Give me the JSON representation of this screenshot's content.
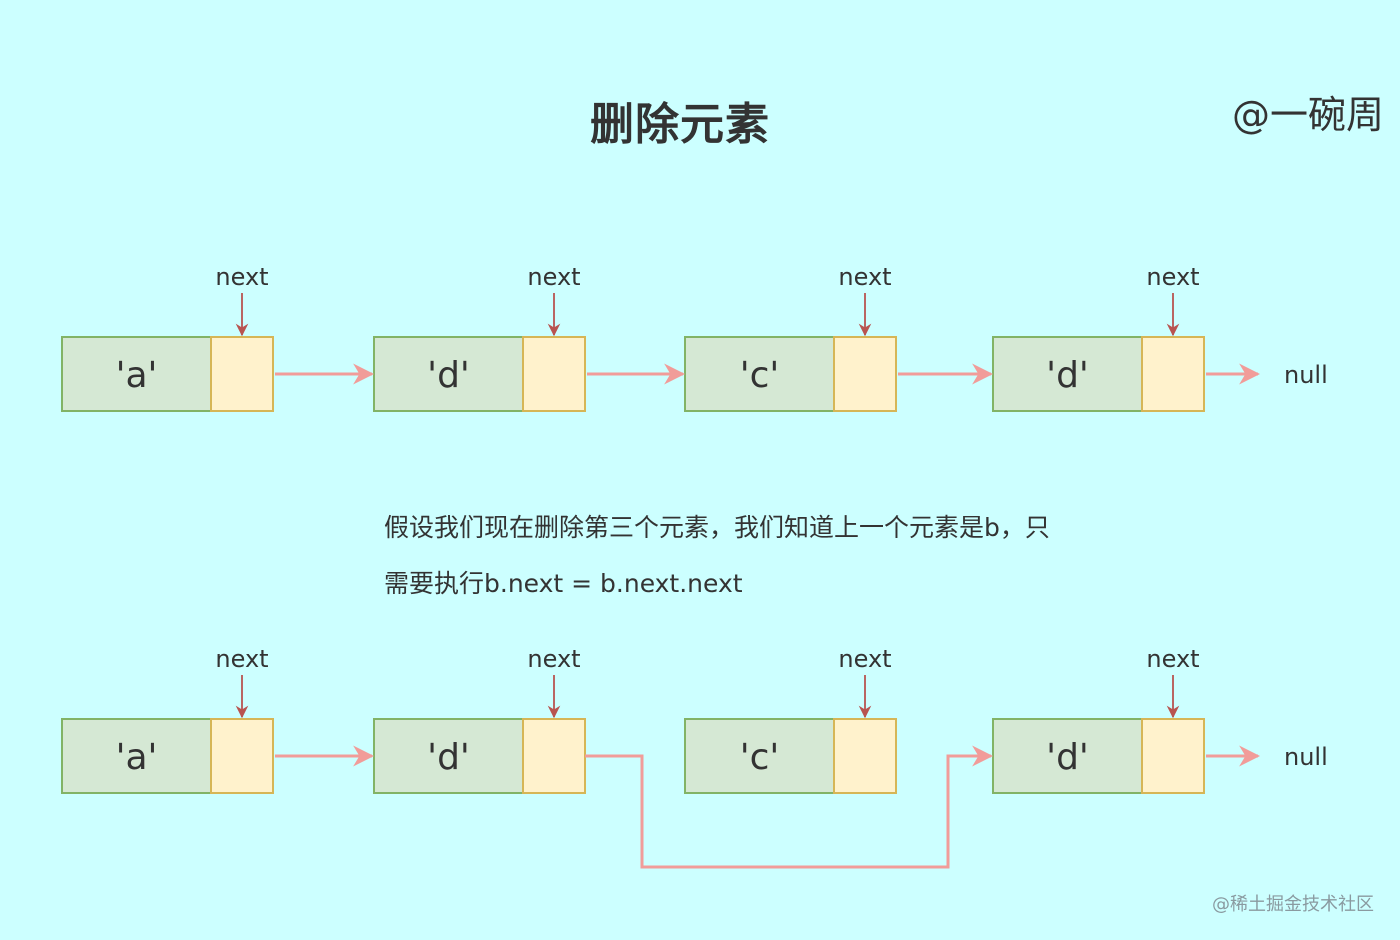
{
  "title": "删除元素",
  "author": "@一碗周",
  "description": {
    "line1": "假设我们现在删除第三个元素，我们知道上一个元素是b，只",
    "line2": "需要执行b.next = b.next.next"
  },
  "watermark": "@稀土掘金技术社区",
  "pointer_label": "next",
  "null_label": "null",
  "before_list": {
    "nodes": [
      "'a'",
      "'d'",
      "'c'",
      "'d'"
    ]
  },
  "after_list": {
    "nodes": [
      "'a'",
      "'d'",
      "'c'",
      "'d'"
    ],
    "skipped_node_index": 2
  },
  "colors": {
    "background": "#ccffff",
    "value_cell_fill": "#d5e8d4",
    "value_cell_stroke": "#82b366",
    "pointer_cell_fill": "#fff2cc",
    "pointer_cell_stroke": "#d6b656",
    "link_arrow": "#f19c99",
    "next_arrow": "#b85450"
  }
}
